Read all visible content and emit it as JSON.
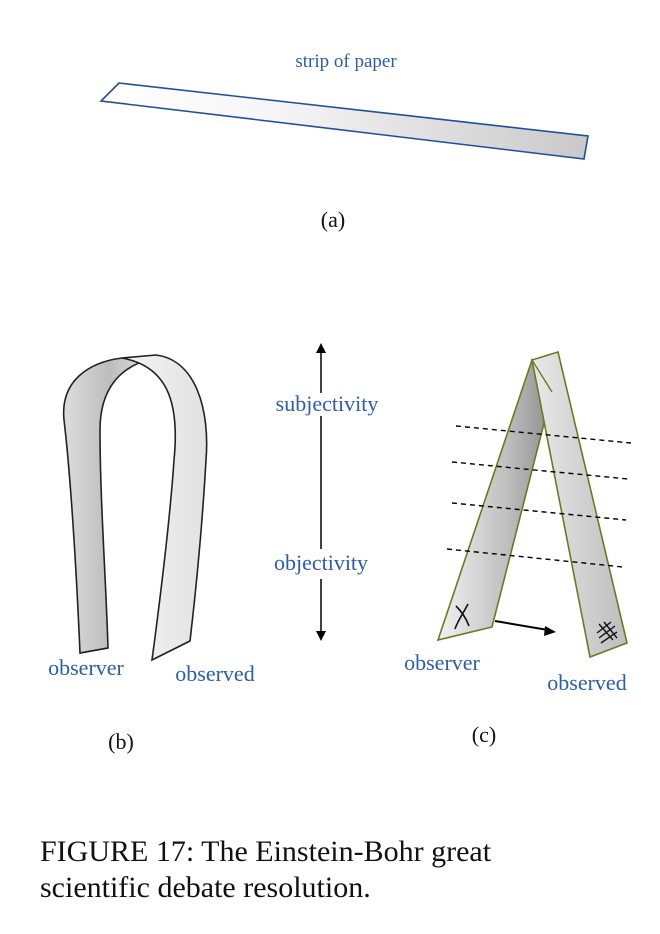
{
  "panel_a": {
    "label": "(a)",
    "strip_label": "strip of paper"
  },
  "panel_b": {
    "label": "(b)",
    "left_end_label": "observer",
    "right_end_label": "observed"
  },
  "axis": {
    "top_label": "subjectivity",
    "bottom_label": "objectivity"
  },
  "panel_c": {
    "label": "(c)",
    "left_end_label": "observer",
    "right_end_label": "observed"
  },
  "caption": {
    "line1": "FIGURE 17:  The Einstein-Bohr great",
    "line2": "scientific debate resolution."
  },
  "colors": {
    "label_blue": "#2a5db0",
    "strip_outline_a": "#1f4f9a",
    "strip_outline_c": "#6b7a22"
  }
}
